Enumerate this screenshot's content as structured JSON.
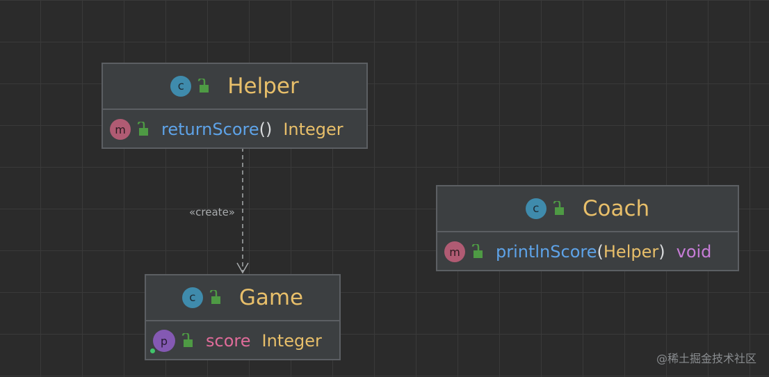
{
  "nodes": {
    "helper": {
      "badge": "c",
      "name": "Helper",
      "member": {
        "badge": "m",
        "name": "returnScore",
        "parens": "()",
        "type": "Integer"
      }
    },
    "coach": {
      "badge": "c",
      "name": "Coach",
      "member": {
        "badge": "m",
        "name": "printlnScore",
        "open_paren": "(",
        "param": "Helper",
        "close_paren": ")",
        "type": "void"
      }
    },
    "game": {
      "badge": "c",
      "name": "Game",
      "member": {
        "badge": "p",
        "name": "score",
        "type": "Integer"
      }
    }
  },
  "edges": [
    {
      "from": "Helper",
      "to": "Game",
      "stereotype": "«create»",
      "style": "dashed"
    }
  ],
  "icons": {
    "class": "class-icon",
    "method": "method-icon",
    "property": "property-icon",
    "visibility": "unlock-icon"
  },
  "colors": {
    "background": "#2b2b2b",
    "node_fill": "#3c3f41",
    "node_border": "#5c5f63",
    "class_name": "#e8bf6a",
    "method_name": "#5ea3e8",
    "field_name": "#e06c9a",
    "void": "#c77dd7"
  },
  "watermark": "@稀土掘金技术社区"
}
